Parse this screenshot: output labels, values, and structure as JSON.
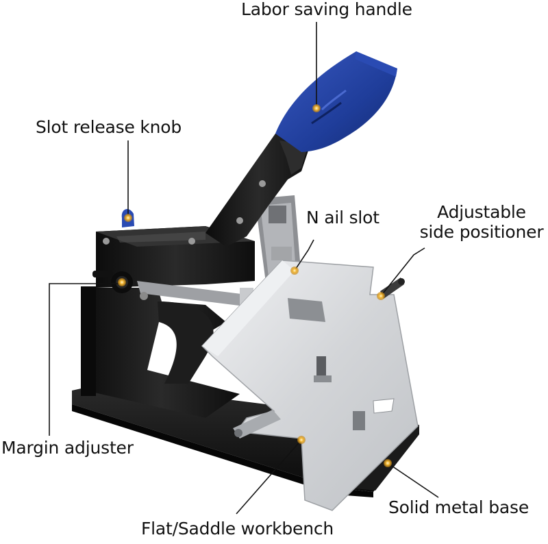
{
  "labels": {
    "handle": "Labor saving handle",
    "knob": "Slot release knob",
    "nail_slot": "N ail slot",
    "positioner_line1": "Adjustable",
    "positioner_line2": "side positioner",
    "margin": "Margin adjuster",
    "base": "Solid metal base",
    "workbench": "Flat/Saddle workbench"
  },
  "colors": {
    "handle_grip": "#1f3d9a",
    "body": "#151515",
    "tray": "#d9dadc",
    "callout_dot": "#f2b632",
    "text": "#111111"
  }
}
